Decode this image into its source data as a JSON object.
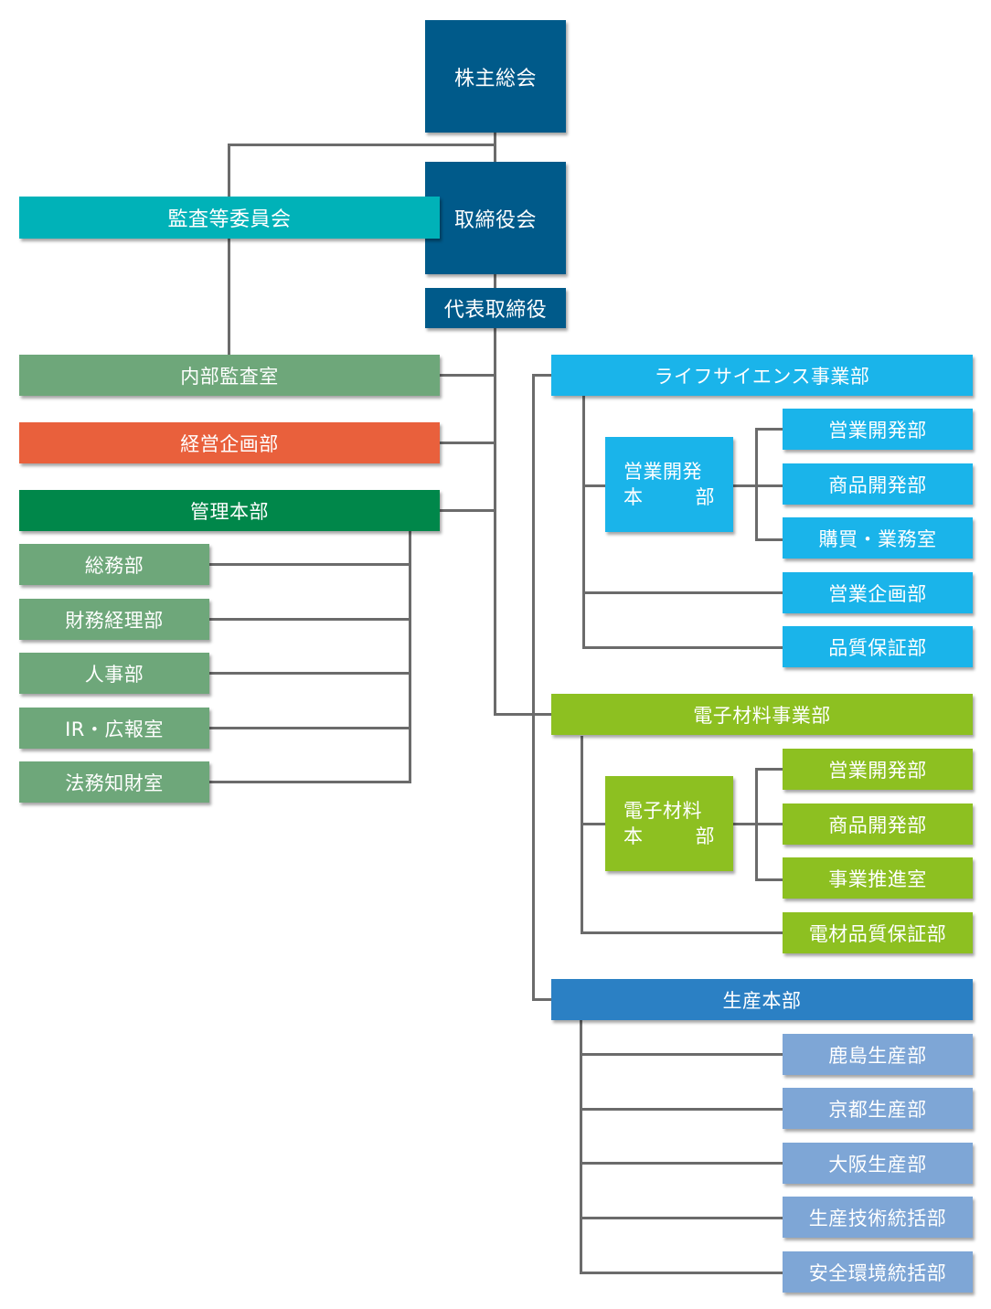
{
  "colors": {
    "navy": "#005a8a",
    "teal": "#00b2b8",
    "sage": "#6ea77a",
    "orange": "#e9603c",
    "darkgreen": "#00874a",
    "sky": "#1ab4ea",
    "lime": "#8dc021",
    "blue": "#2b80c4",
    "lightblue": "#7ea6d6",
    "line": "#6b6b6b"
  },
  "top": {
    "shareholders": "株主総会",
    "board": "取締役会",
    "audit_committee": "監査等委員会",
    "ceo": "代表取締役"
  },
  "staff": {
    "internal_audit": "内部監査室",
    "corporate_planning": "経営企画部",
    "administration": {
      "label": "管理本部",
      "children": [
        "総務部",
        "財務経理部",
        "人事部",
        "IR・広報室",
        "法務知財室"
      ]
    }
  },
  "life_science": {
    "label": "ライフサイエンス事業部",
    "sub_hq": {
      "line1": "営業開発",
      "line2a": "本",
      "line2b": "部"
    },
    "sub_children": [
      "営業開発部",
      "商品開発部",
      "購買・業務室"
    ],
    "children": [
      "営業企画部",
      "品質保証部"
    ]
  },
  "electronic_materials": {
    "label": "電子材料事業部",
    "sub_hq": {
      "line1": "電子材料",
      "line2a": "本",
      "line2b": "部"
    },
    "sub_children": [
      "営業開発部",
      "商品開発部",
      "事業推進室"
    ],
    "children": [
      "電材品質保証部"
    ]
  },
  "production": {
    "label": "生産本部",
    "children": [
      "鹿島生産部",
      "京都生産部",
      "大阪生産部",
      "生産技術統括部",
      "安全環境統括部"
    ]
  }
}
